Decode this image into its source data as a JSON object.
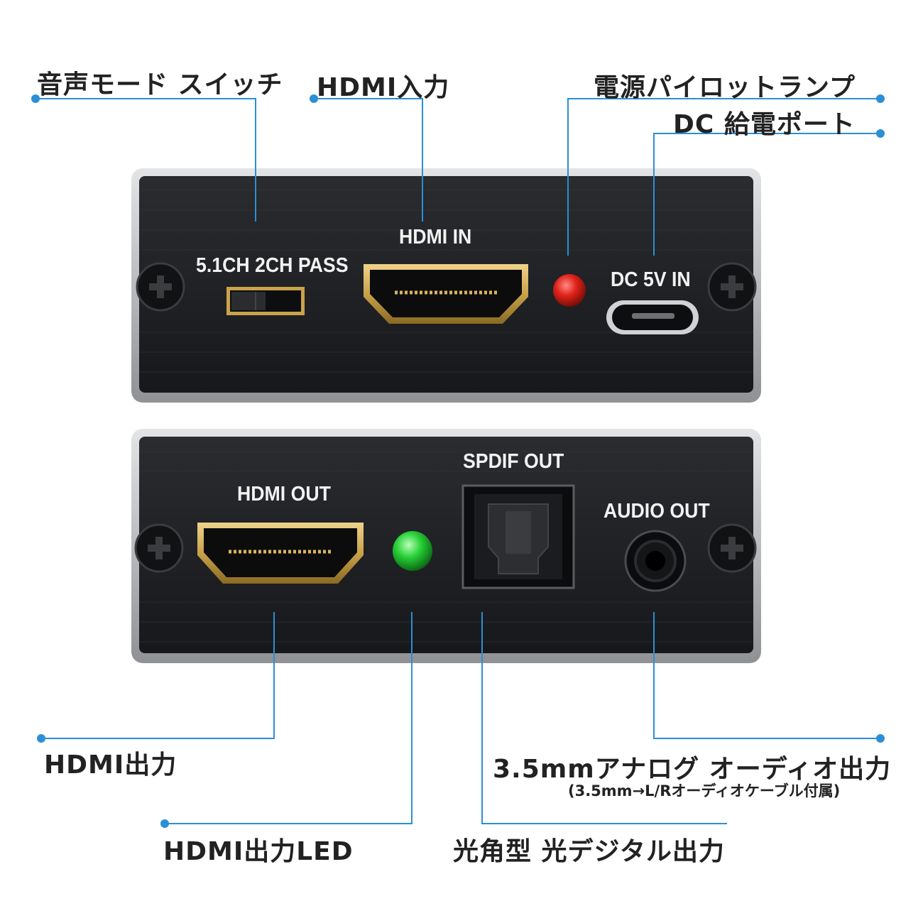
{
  "callouts": {
    "audio_mode_switch": "音声モード スイッチ",
    "hdmi_input": "HDMI入力",
    "power_pilot_lamp": "電源パイロットランプ",
    "dc_power_port": "DC 給電ポート",
    "hdmi_output": "HDMI出力",
    "analog_audio_out": "3.5mmアナログ オーディオ出力",
    "analog_audio_note": "(3.5mm→L/Rオーディオケーブル付属)",
    "hdmi_output_led": "HDMI出力LED",
    "optical_out": "光角型 光デジタル出力"
  },
  "panel_labels": {
    "switch_modes": "5.1CH 2CH PASS",
    "hdmi_in": "HDMI IN",
    "dc_in": "DC 5V IN",
    "hdmi_out": "HDMI OUT",
    "spdif_out": "SPDIF OUT",
    "audio_out": "AUDIO OUT"
  },
  "colors": {
    "leader_line": "#2b8fd6",
    "panel_face": "#1f2124",
    "panel_frame": "#c7c9cc",
    "hdmi_gold": "#c9a24a",
    "power_led": "#e0231b",
    "hdmi_out_led": "#27d037"
  }
}
